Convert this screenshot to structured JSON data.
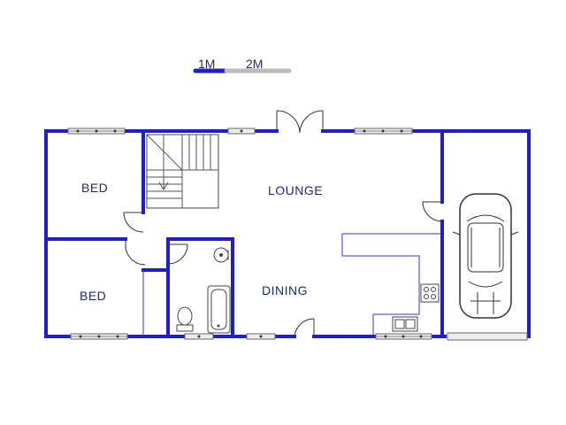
{
  "scale": {
    "label_1": "1M",
    "label_2": "2M",
    "color_primary": "#1f1fc8",
    "color_secondary": "#bbbbbb"
  },
  "rooms": {
    "bed_top": "BED",
    "bed_bottom": "BED",
    "lounge": "LOUNGE",
    "dining": "DINING"
  },
  "colors": {
    "wall": "#1f1fc8",
    "text": "#1e2a6e"
  }
}
